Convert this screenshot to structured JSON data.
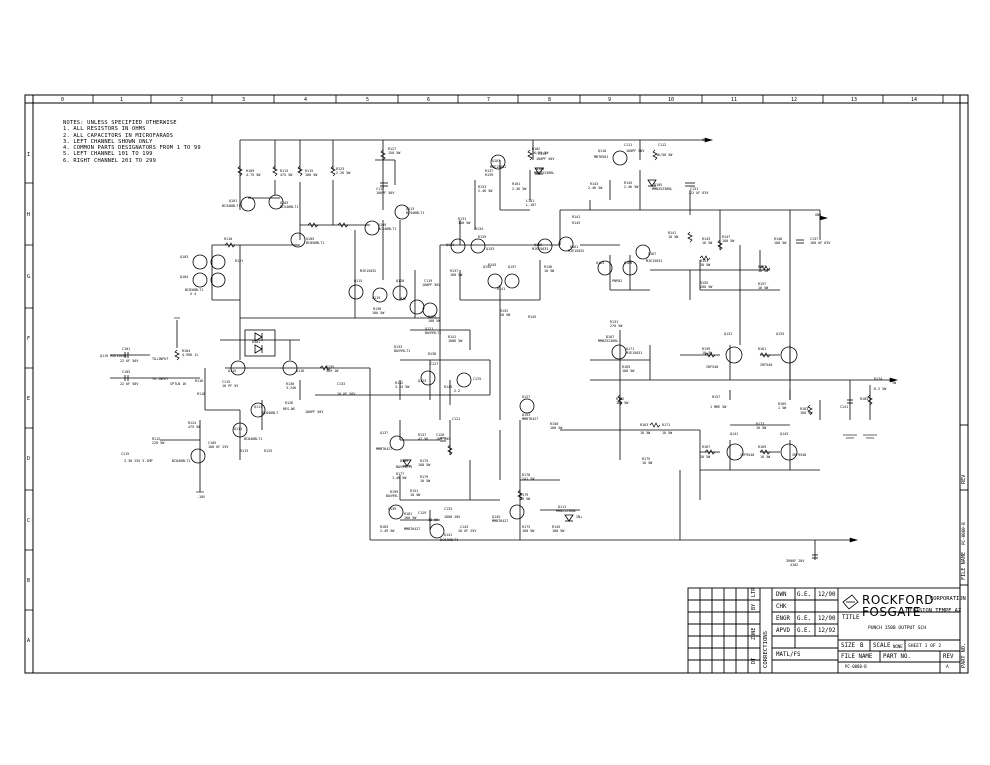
{
  "notes": {
    "lines": [
      "NOTES: UNLESS SPECIFIED OTHERWISE",
      "1. ALL RESISTORS IN OHMS",
      "2. ALL CAPACITORS IN MICROFARADS",
      "3. LEFT CHANNEL SHOWN ONLY",
      "4. COMMON PARTS DESIGNATORS FROM 1 TO 99",
      "5. LEFT CHANNEL 101 TO 199",
      "6. RIGHT CHANNEL 201 TO 299"
    ]
  },
  "grid": {
    "columns": [
      "0",
      "1",
      "2",
      "3",
      "4",
      "5",
      "6",
      "7",
      "8",
      "9",
      "10",
      "11",
      "12",
      "13",
      "14"
    ],
    "rows": [
      "I",
      "H",
      "G",
      "F",
      "E",
      "D",
      "C",
      "B",
      "A"
    ]
  },
  "title_block": {
    "company_line1": "ROCKFORD",
    "company_line2": "FOSGATE",
    "corporation": "CORPORATION",
    "division": "DIVISION TEMPE AZ",
    "dwn_label": "DWN",
    "dwn_value": "G.E.",
    "dwn_date": "12/90",
    "chk_label": "CHK",
    "engr_label": "ENGR",
    "engr_value": "G.E.",
    "engr_date": "12/90",
    "apvd_label": "APVD",
    "apvd_value": "G.E.",
    "apvd_date": "12/92",
    "matl_label": "MATL/FS",
    "title_label": "TITLE",
    "title_value": "PUNCH 150B OUTPUT SCH",
    "size_label": "SIZE",
    "size_value": "B",
    "scale_label": "SCALE",
    "scale_value": "NONE",
    "sheet_value": "SHEET 1 OF 2",
    "file_name_label": "FILE NAME",
    "part_no_label": "PART NO.",
    "rev_label": "REV",
    "rev_value": "A",
    "file_value": "PC-0080-B",
    "corrections_label": "CORRECTIONS",
    "zone_label": "ZONE",
    "by_label": "BY",
    "dt_label": "DT",
    "ltr_label": "LTR"
  },
  "side_strip": {
    "rev_label": "REV",
    "file_name_label": "FILE NAME",
    "file_value": "PC-0080-B",
    "part_no_label": "PART NO."
  },
  "labels": [
    {
      "id": "q101",
      "text": "Q101\nBC546BLT1"
    },
    {
      "id": "q103",
      "text": "Q103\nBC546BLT1"
    },
    {
      "id": "q107",
      "text": "Q107\nMJE15032"
    },
    {
      "id": "q108",
      "text": "Q108\nMJE15033"
    },
    {
      "id": "q104",
      "text": "Q104\nMMBT6427"
    },
    {
      "id": "q105",
      "text": "Q105\nMMBT6427"
    },
    {
      "id": "q111",
      "text": "Q111\nMMBT2907"
    },
    {
      "id": "q119",
      "text": "Q119\nMJE15030"
    },
    {
      "id": "q121",
      "text": "Q121\nMJE15031"
    },
    {
      "id": "q131",
      "text": "Q131\nIRF540"
    },
    {
      "id": "q133",
      "text": "Q133\nIRF540"
    },
    {
      "id": "q141",
      "text": "Q141\nIRF9540"
    },
    {
      "id": "q143",
      "text": "Q143\nIRF9540"
    },
    {
      "id": "r101",
      "text": "R101\n100 1K"
    },
    {
      "id": "c101",
      "text": "C101\n22 UF 50V"
    },
    {
      "id": "c117",
      "text": "C117\n100 UF 50V"
    },
    {
      "id": "c119",
      "text": "C119\n.22 UF 63V"
    },
    {
      "id": "c137",
      "text": "C137\n100 UF 63V"
    },
    {
      "id": "d101",
      "text": "D101"
    },
    {
      "id": "d103",
      "text": "D103"
    },
    {
      "id": "l101",
      "text": "L101"
    },
    {
      "id": "r155",
      "text": "R155\n10 1W"
    },
    {
      "id": "vplus",
      "text": "+V+"
    },
    {
      "id": "vminus",
      "text": "-V-"
    },
    {
      "id": "vout",
      "text": "OUT"
    },
    {
      "id": "in",
      "text": "IN"
    },
    {
      "id": "gnd",
      "text": "GND"
    },
    {
      "id": "negv",
      "text": "-18V"
    }
  ]
}
